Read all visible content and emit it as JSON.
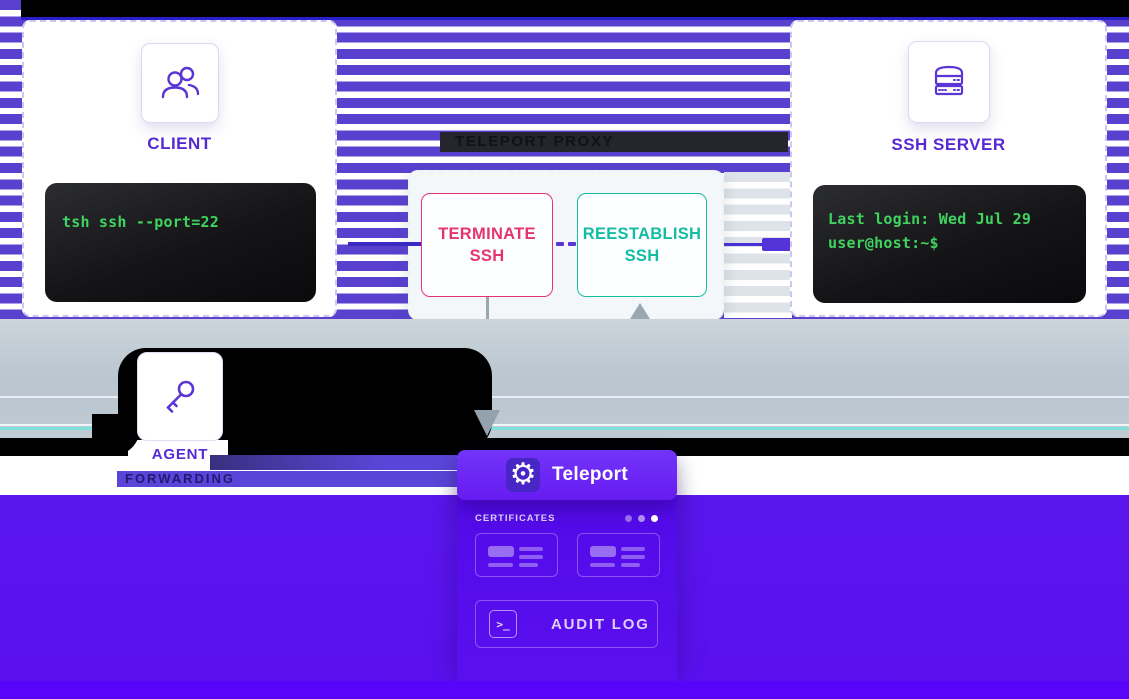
{
  "top": {
    "client": {
      "label": "CLIENT",
      "terminal_command": "tsh ssh --port=22"
    },
    "proxy": {
      "occluded_title": "TELEPORT PROXY",
      "terminate_label": "TERMINATE SSH",
      "reestablish_label": "REESTABLISH SSH"
    },
    "server": {
      "label": "SSH SERVER",
      "terminal_line1": "Last login: Wed Jul 29",
      "terminal_line2": "user@host:~$"
    }
  },
  "middle": {
    "agent_label": "AGENT",
    "agent_occluded_label": "FORWARDING"
  },
  "teleport_panel": {
    "title": "Teleport",
    "section_label": "CERTIFICATES",
    "audit_label": "AUDIT LOG",
    "carousel": {
      "dot_count": 3,
      "active_dot": 3
    }
  },
  "icons": {
    "client": "users-icon",
    "server": "server-rack-icon",
    "agent": "key-icon",
    "teleport_logo": "gear-icon",
    "audit": "terminal-prompt-icon",
    "gear_glyph": "⚙",
    "audit_glyph": ">_"
  },
  "colors": {
    "stripe_purple": "#5940cf",
    "label_purple": "#5629d2",
    "terminate_pink": "#e5356e",
    "reestablish_teal": "#15bfa3",
    "terminal_green": "#3fd35f",
    "bottom_purple": "#5a10ee",
    "footer_purple": "#5804fb",
    "header_purple": "#6a26f5",
    "midzone_gray": "#bdc8d1",
    "teal_line": "#7fe3dc"
  }
}
